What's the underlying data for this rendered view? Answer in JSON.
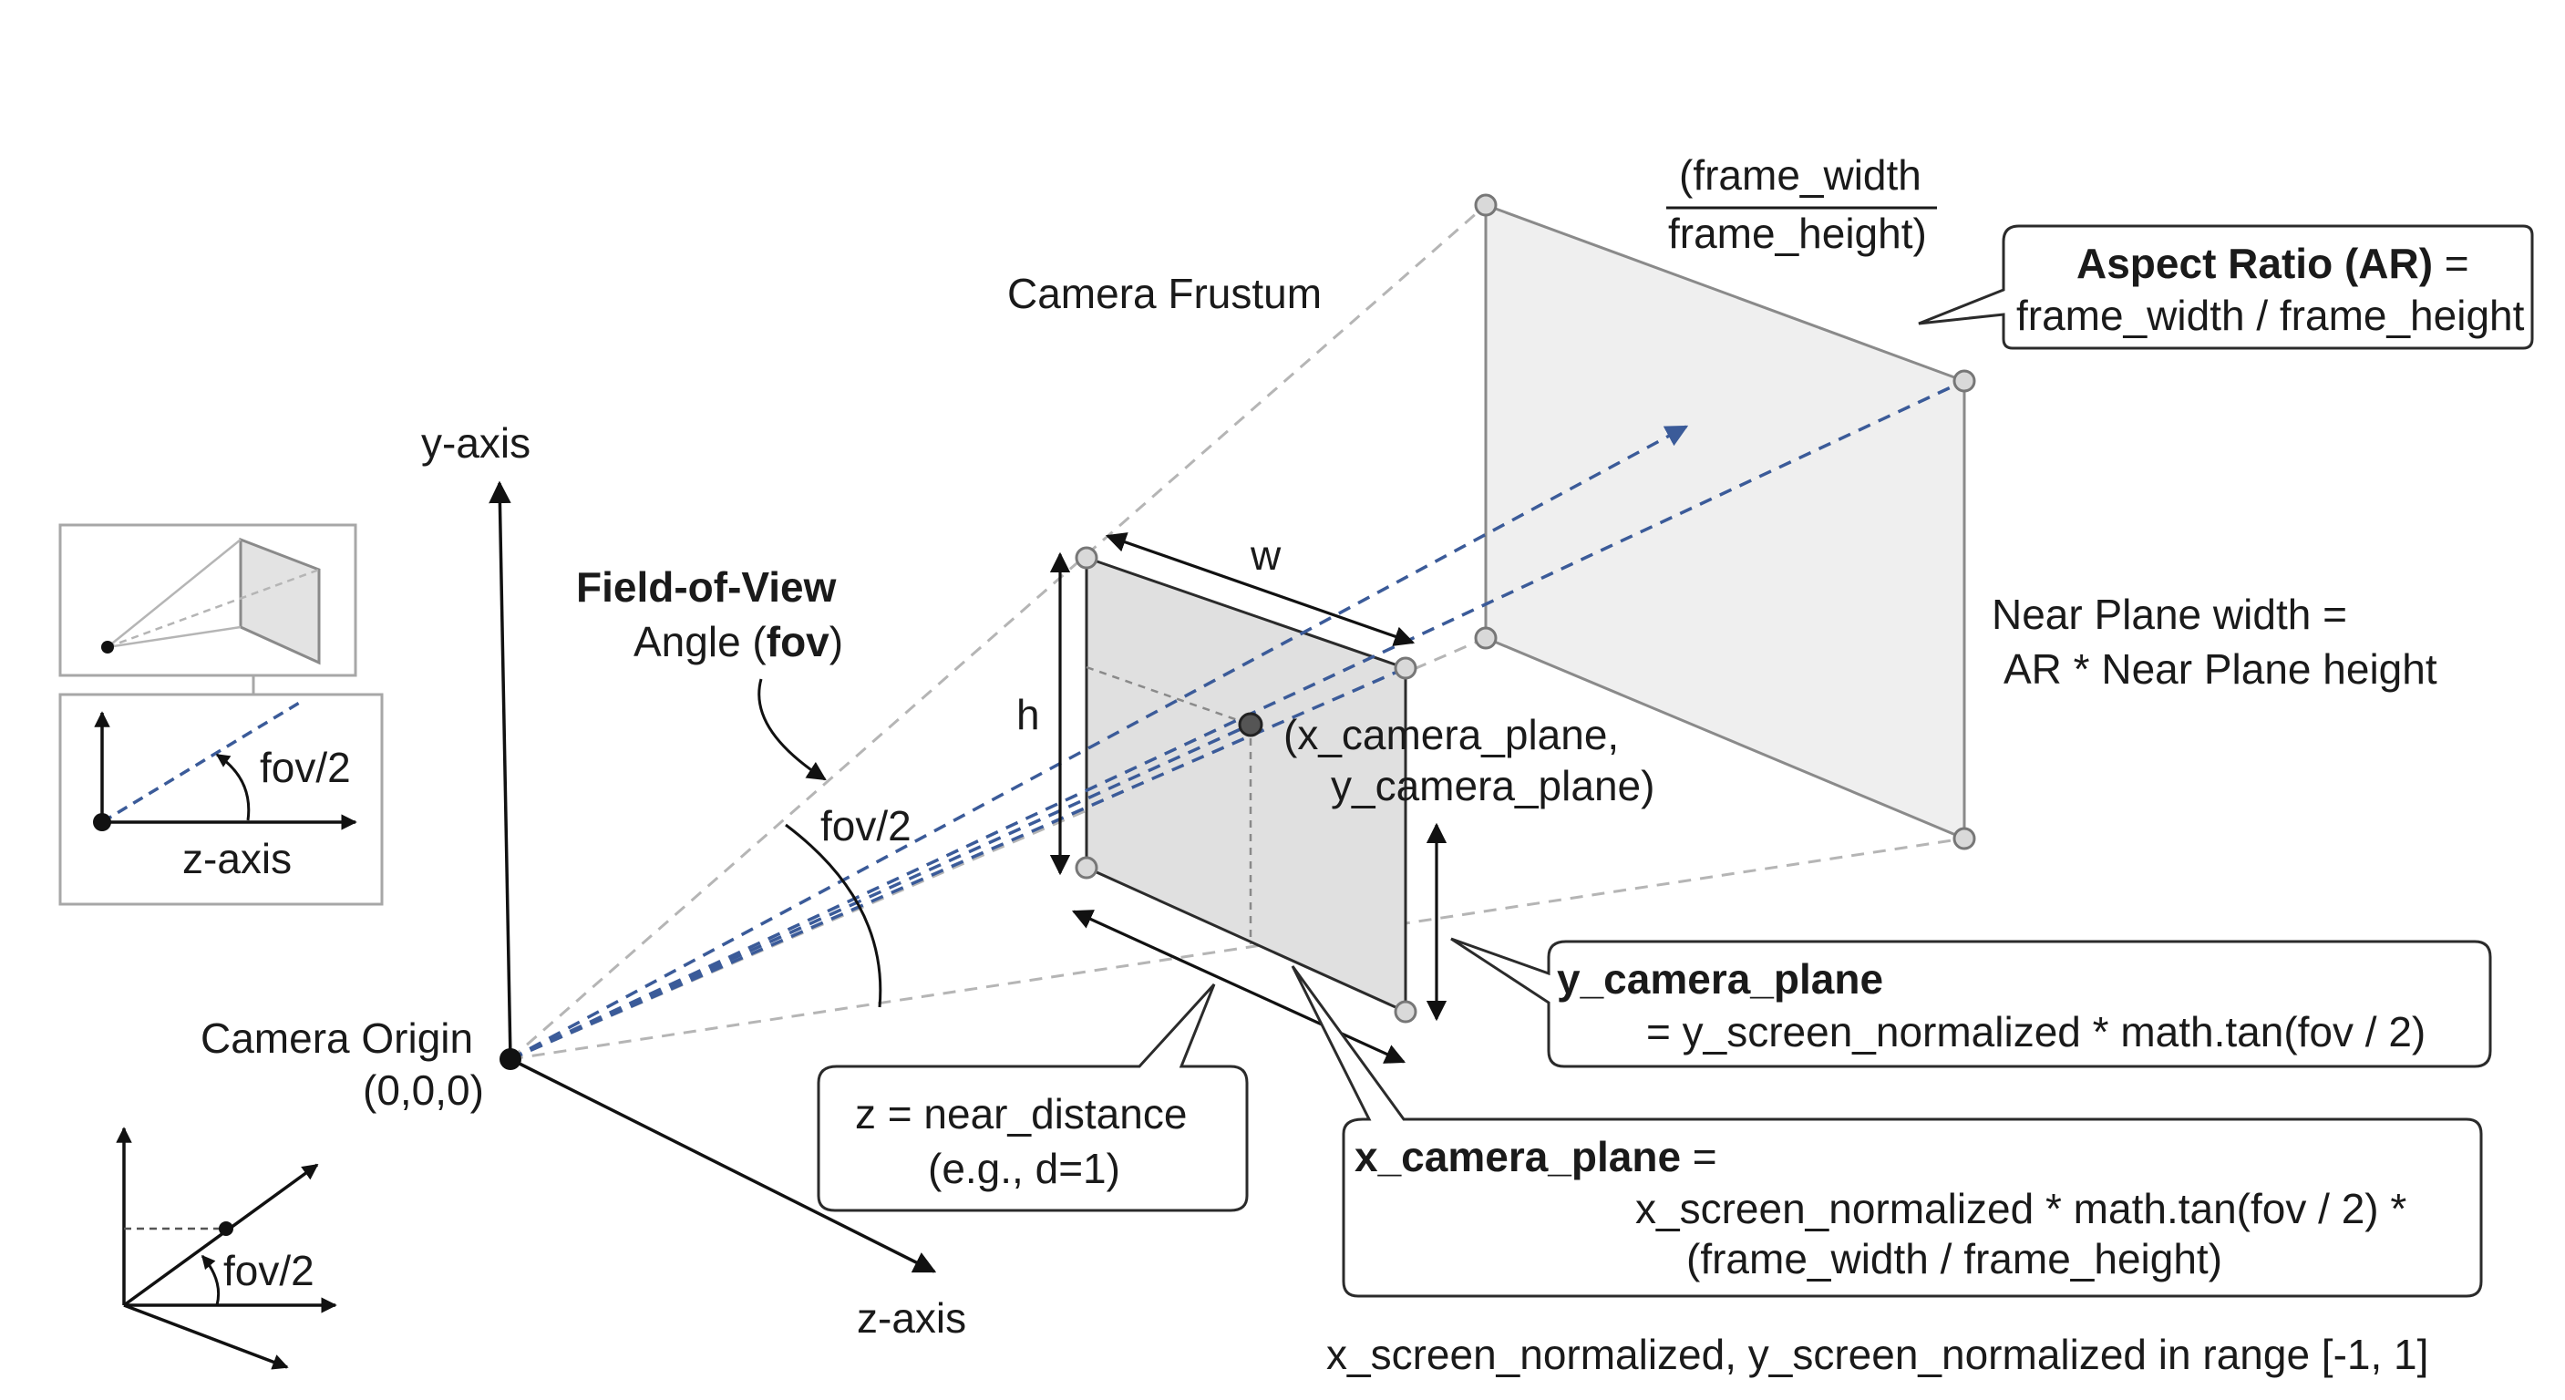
{
  "labels": {
    "camera_frustum": "Camera Frustum",
    "y_axis": "y-axis",
    "z_axis": "z-axis",
    "fov_title": "Field-of-View",
    "fov_angle_prefix": "Angle (",
    "fov_angle_bold": "fov",
    "fov_angle_suffix": ")",
    "fov_half": "fov/2",
    "camera_origin": "Camera Origin",
    "origin_coords": "(0,0,0)",
    "w": "w",
    "h": "h",
    "point_line1": "(x_camera_plane,",
    "point_line2": "y_camera_plane)",
    "frame_num": "(frame_width",
    "frame_den": "frame_height)",
    "near_plane_line1": "Near Plane width =",
    "near_plane_line2": "AR * Near Plane height",
    "range_note": "x_screen_normalized, y_screen_normalized in range [-1, 1]"
  },
  "callouts": {
    "aspect": {
      "title": "Aspect Ratio (AR)",
      "title_suffix": " =",
      "body": "frame_width / frame_height"
    },
    "near": {
      "line1": "z = near_distance",
      "line2": "(e.g., d=1)"
    },
    "y_plane": {
      "title": "y_camera_plane",
      "body": "= y_screen_normalized * math.tan(fov / 2)"
    },
    "x_plane": {
      "title": "x_camera_plane",
      "title_suffix": " =",
      "line2": "x_screen_normalized * math.tan(fov / 2) *",
      "line3": "(frame_width / frame_height)"
    }
  },
  "inset": {
    "fov_half": "fov/2",
    "z_axis": "z-axis"
  },
  "mini_diagram": {
    "fov_half": "fov/2"
  },
  "colors": {
    "ray_blue": "#3b5b99",
    "frustum_gray": "#b5b5b5",
    "plane_fill": "#e3e3e3",
    "far_plane_fill": "#efefef"
  }
}
